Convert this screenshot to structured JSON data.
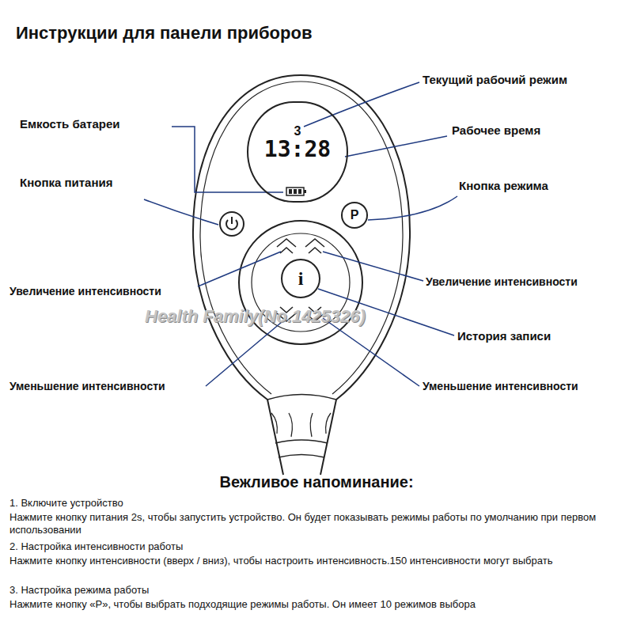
{
  "diagram": {
    "title": "Инструкции для панели приборов",
    "nodes": [
      {
        "text": [
          "3",
          "13:28"
        ]
      },
      {
        "text": [
          "P"
        ]
      },
      {
        "text": [
          "i"
        ]
      }
    ],
    "labels": [
      "Емкость батареи",
      "Кнопка питания",
      "Увеличение интенсивности",
      "Уменьшение интенсивности",
      "Текущий рабочий режим",
      "Рабочее время",
      "Кнопка режима",
      "Увеличение интенсивности",
      "История записи",
      "Уменьшение интенсивности",
      "Health Family(No.1425326)",
      "Вежливое напоминание:",
      "1. Включите устройство",
      "Нажмите кнопку питания 2s, чтобы запустить устройство. Он будет показывать режимы работы по умолчанию при первом использовании",
      "2. Настройка интенсивности работы",
      "Нажмите кнопку интенсивности (вверх / вниз), чтобы настроить интенсивность.150 интенсивности могут выбрать",
      "3. Настройка режима работы",
      "Нажмите кнопку «P», чтобы выбрать подходящие режимы работы. Он имеет 10 режимов выбора"
    ]
  }
}
